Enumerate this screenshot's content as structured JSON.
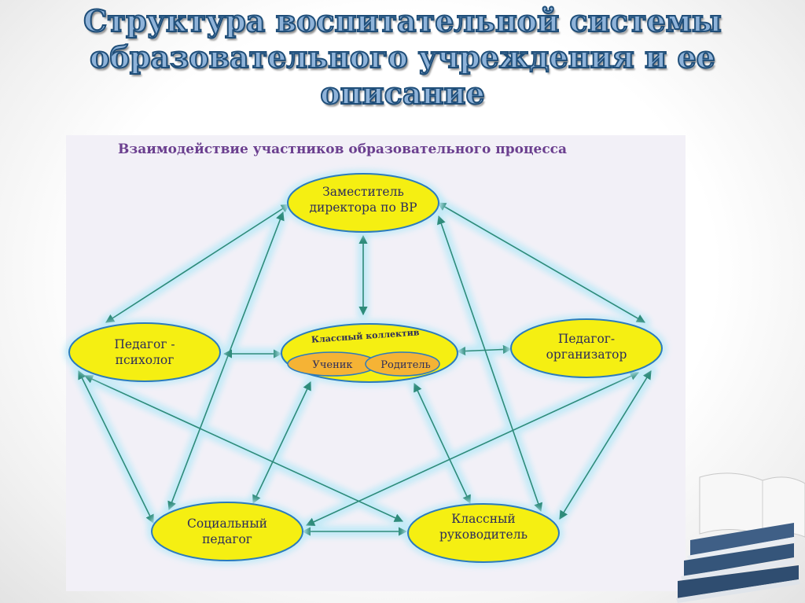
{
  "title": {
    "line1": "Структура воспитательной системы",
    "line2": "образовательного учреждения и ее",
    "line3": "описание"
  },
  "diagram": {
    "subtitle": "Взаимодействие участников образовательного процесса",
    "nodes": {
      "deputy": "Заместитель директора по ВР",
      "psychologist": "Педагог - психолог",
      "organizer": "Педагог-организатор",
      "social": "Социальный педагог",
      "class_teacher": "Классный руководитель",
      "collective": "Классный коллектив",
      "student": "Ученик",
      "parent": "Родитель"
    },
    "node_lines": {
      "deputy": [
        "Заместитель",
        "директора по ВР"
      ],
      "psychologist": [
        "Педагог -",
        "психолог"
      ],
      "organizer": [
        "Педагог-",
        "организатор"
      ],
      "social": [
        "Социальный",
        "педагог"
      ],
      "class_teacher": [
        "Классный",
        "руководитель"
      ]
    },
    "colors": {
      "node_fill": "#f5ef12",
      "node_stroke": "#2b7bbd",
      "inner_fill": "#f5b335",
      "arrow": "#2e8b7a",
      "glow": "#bfeaf7",
      "title_fill": "#8fb3d9",
      "title_stroke": "#1f4e79",
      "subtitle": "#6b3f8f"
    }
  }
}
